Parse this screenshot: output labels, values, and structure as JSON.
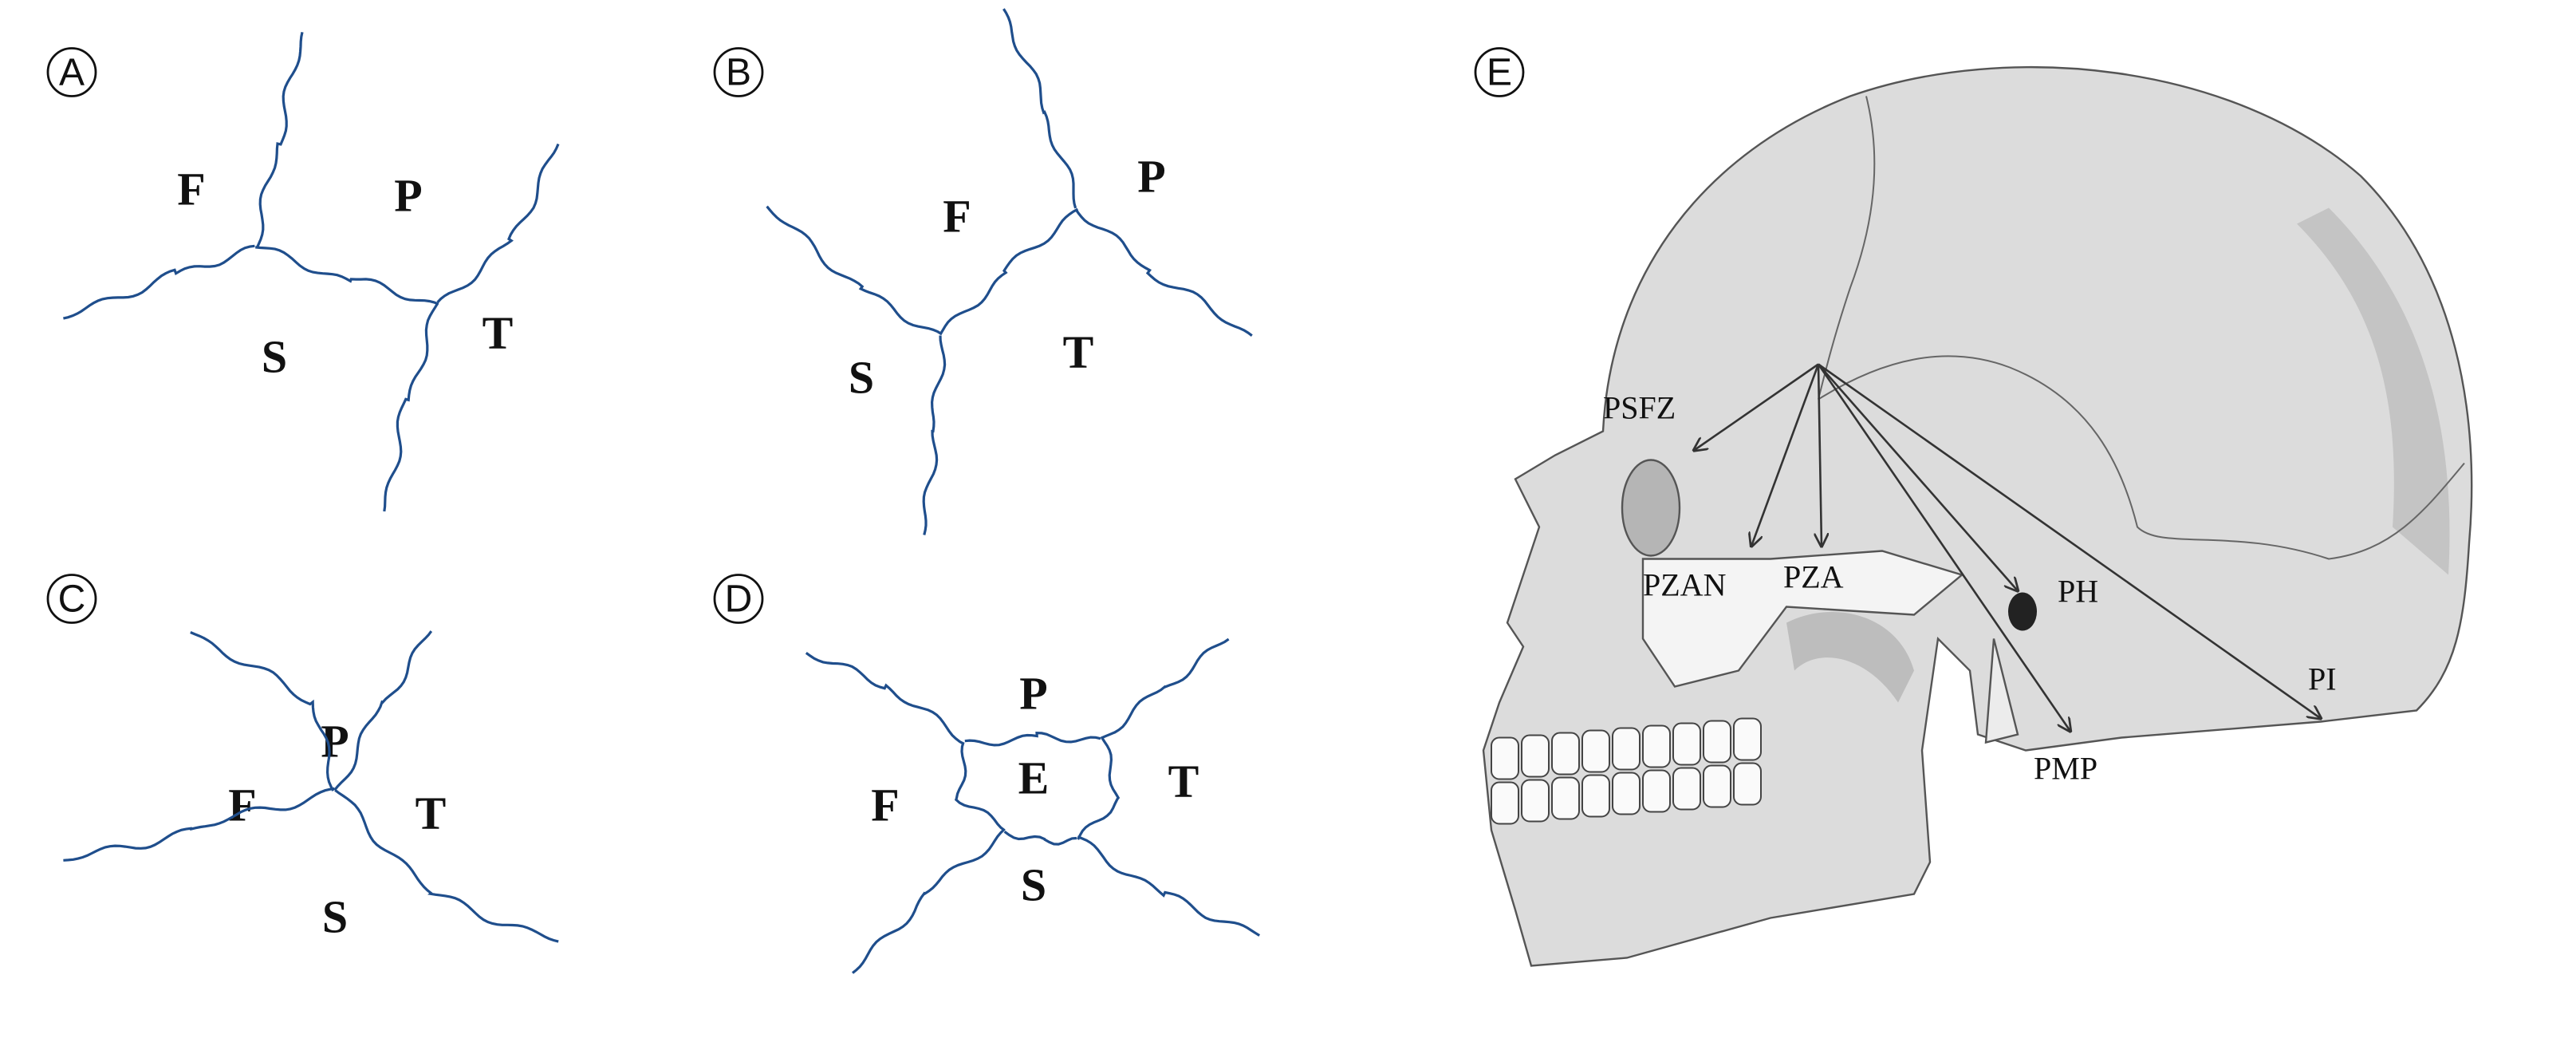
{
  "panels": [
    {
      "id": "A",
      "regions": [
        "F",
        "P",
        "S",
        "T"
      ]
    },
    {
      "id": "B",
      "regions": [
        "F",
        "P",
        "S",
        "T"
      ]
    },
    {
      "id": "C",
      "regions": [
        "P",
        "F",
        "T",
        "S"
      ]
    },
    {
      "id": "D",
      "regions": [
        "P",
        "E",
        "F",
        "T",
        "S"
      ]
    },
    {
      "id": "E",
      "landmarks": [
        "PSFZ",
        "PZAN",
        "PZA",
        "PH",
        "PMP",
        "PI"
      ]
    }
  ],
  "colors": {
    "suture": "#1f4e8c",
    "bone": "#d9d9d9",
    "bone_shadow": "#b8b8b8"
  }
}
